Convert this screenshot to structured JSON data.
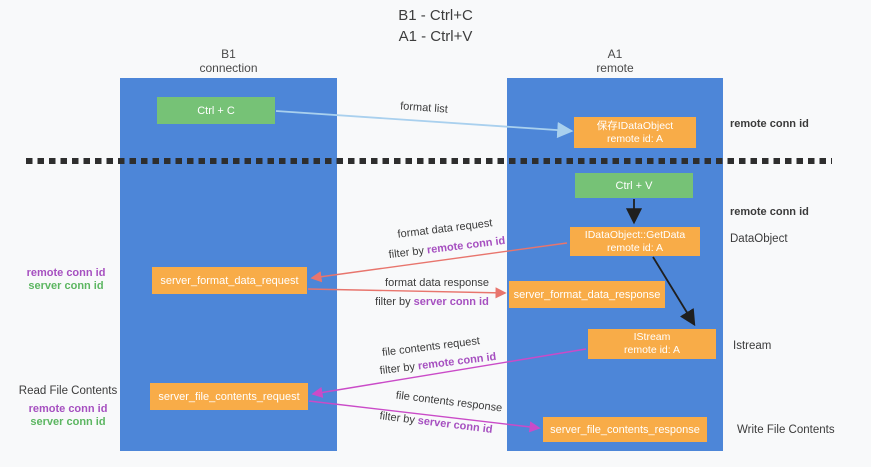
{
  "title": {
    "line1": "B1 - Ctrl+C",
    "line2": "A1 - Ctrl+V"
  },
  "lanes": {
    "left": {
      "name": "B1",
      "sub": "connection"
    },
    "right": {
      "name": "A1",
      "sub": "remote"
    }
  },
  "boxes": {
    "ctrl_c": {
      "label": "Ctrl + C"
    },
    "save_dataobject": {
      "line1": "保存IDataObject",
      "line2": "remote id: A"
    },
    "ctrl_v": {
      "label": "Ctrl + V"
    },
    "getdata": {
      "line1": "IDataObject::GetData",
      "line2": "remote id: A"
    },
    "server_format_data_request": {
      "label": "server_format_data_request"
    },
    "server_format_data_response": {
      "label": "server_format_data_response"
    },
    "istream": {
      "line1": "IStream",
      "line2": "remote id: A"
    },
    "server_file_contents_request": {
      "label": "server_file_contents_request"
    },
    "server_file_contents_response": {
      "label": "server_file_contents_response"
    }
  },
  "edges": {
    "format_list": "format list",
    "format_data_request": "format data request",
    "format_data_response": "format data response",
    "file_contents_request": "file contents request",
    "file_contents_response": "file contents response",
    "filter_by": "filter by"
  },
  "terms": {
    "remote_conn_id": "remote conn id",
    "server_conn_id": "server conn id"
  },
  "side_labels": {
    "dataobject": "DataObject",
    "istream": "Istream",
    "read_file_contents": "Read File Contents",
    "write_file_contents": "Write File Contents"
  },
  "colors": {
    "lane_blue": "#4d86d8",
    "box_green": "#76c276",
    "box_orange": "#f8ac48",
    "arrow_light_blue": "#a9d0ee",
    "arrow_red": "#e8756d",
    "arrow_magenta": "#ca4bc8",
    "arrow_black": "#1f1f1f",
    "text_purple": "#a650c0",
    "text_green": "#5cb661",
    "background": "#f8f9fa"
  }
}
